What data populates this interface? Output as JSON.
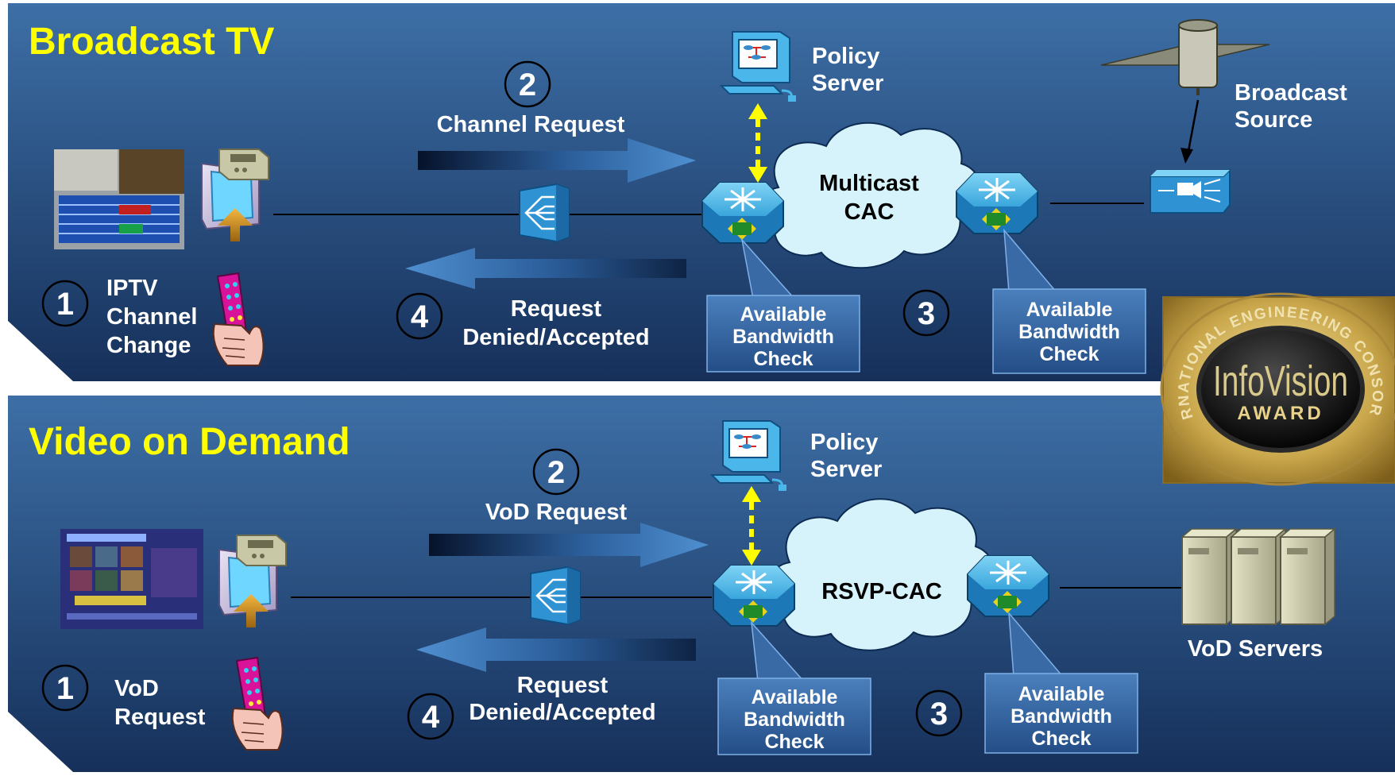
{
  "colors": {
    "panel_top": "#3d6fa6",
    "panel_bottom": "#16305a",
    "title": "#ffff00",
    "callout_box": "#3a6aa6",
    "cloud": "#d6f2fa",
    "device_blue": "#2b8fcf",
    "policy_arrow": "#ffff00",
    "remote_pink": "#e0189c",
    "tv_screen": "#6fd6ff",
    "server_tan": "#c8c7a8"
  },
  "broadcast": {
    "title": "Broadcast TV",
    "step1_num": "1",
    "step1_label": [
      "IPTV",
      "Channel",
      "Change"
    ],
    "step2_num": "2",
    "step2_label": "Channel Request",
    "step3_num": "3",
    "step4_num": "4",
    "step4_label": [
      "Request",
      "Denied/Accepted"
    ],
    "policy_label": [
      "Policy",
      "Server"
    ],
    "cloud_label": [
      "Multicast",
      "CAC"
    ],
    "callout_left": [
      "Available",
      "Bandwidth",
      "Check"
    ],
    "callout_right": [
      "Available",
      "Bandwidth",
      "Check"
    ],
    "source_label": [
      "Broadcast",
      "Source"
    ]
  },
  "vod": {
    "title": "Video on Demand",
    "step1_num": "1",
    "step1_label": [
      "VoD",
      "Request"
    ],
    "step2_num": "2",
    "step2_label": "VoD Request",
    "step3_num": "3",
    "step4_num": "4",
    "step4_label": [
      "Request",
      "Denied/Accepted"
    ],
    "policy_label": [
      "Policy",
      "Server"
    ],
    "cloud_label": [
      "RSVP-CAC"
    ],
    "callout_left": [
      "Available",
      "Bandwidth",
      "Check"
    ],
    "callout_right": [
      "Available",
      "Bandwidth",
      "Check"
    ],
    "servers_label": "VoD Servers"
  },
  "award": {
    "ring_text": "INTERNATIONAL ENGINEERING CONSORTIUM",
    "name": "InfoVision",
    "sub": "AWARD"
  }
}
